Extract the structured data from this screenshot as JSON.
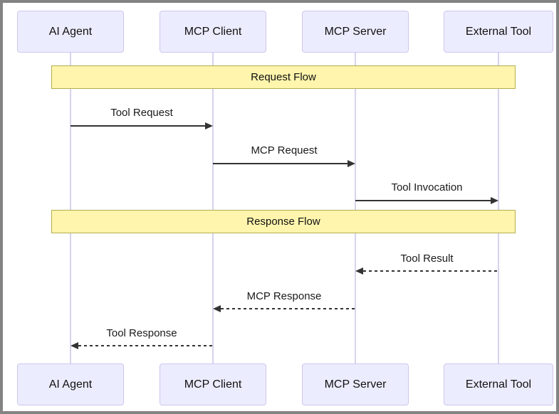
{
  "diagram": {
    "type": "sequence-diagram",
    "actors": [
      {
        "label": "AI Agent"
      },
      {
        "label": "MCP Client"
      },
      {
        "label": "MCP Server"
      },
      {
        "label": "External Tool"
      }
    ],
    "notes": [
      {
        "label": "Request Flow"
      },
      {
        "label": "Response Flow"
      }
    ],
    "messages": [
      {
        "label": "Tool Request",
        "from": "AI Agent",
        "to": "MCP Client",
        "line": "solid",
        "direction": "right"
      },
      {
        "label": "MCP Request",
        "from": "MCP Client",
        "to": "MCP Server",
        "line": "solid",
        "direction": "right"
      },
      {
        "label": "Tool Invocation",
        "from": "MCP Server",
        "to": "External Tool",
        "line": "solid",
        "direction": "right"
      },
      {
        "label": "Tool Result",
        "from": "External Tool",
        "to": "MCP Server",
        "line": "dotted",
        "direction": "left"
      },
      {
        "label": "MCP Response",
        "from": "MCP Server",
        "to": "MCP Client",
        "line": "dotted",
        "direction": "left"
      },
      {
        "label": "Tool Response",
        "from": "MCP Client",
        "to": "AI Agent",
        "line": "dotted",
        "direction": "left"
      }
    ],
    "colors": {
      "actor_fill": "#ECECFF",
      "actor_border": "#CFC6EC",
      "note_fill": "#FFF5AD",
      "note_border": "#AAAA33",
      "message_line": "#333333",
      "lifeline": "#D8D2F0",
      "frame_border": "#838383",
      "background": "#FFFFFF",
      "text": "#111111"
    }
  }
}
